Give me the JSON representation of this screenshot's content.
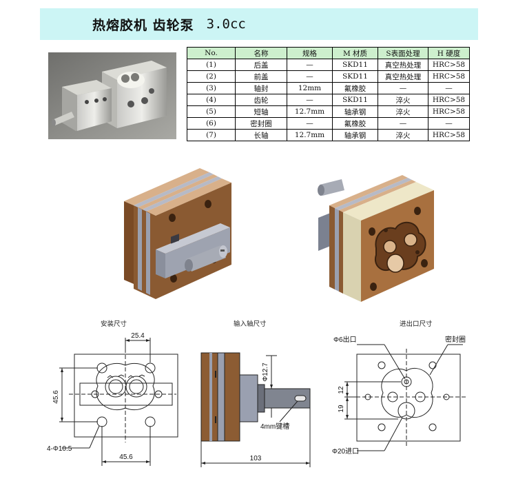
{
  "title": {
    "main": "热熔胶机 齿轮泵",
    "capacity": "3.0cc"
  },
  "table": {
    "headers": [
      "No.",
      "名称",
      "规格",
      "M 材质",
      "S表面处理",
      "H 硬度"
    ],
    "rows": [
      [
        "(1)",
        "后盖",
        "—",
        "SKD11",
        "真空热处理",
        "HRC>58"
      ],
      [
        "(2)",
        "前盖",
        "—",
        "SKD11",
        "真空热处理",
        "HRC>58"
      ],
      [
        "(3)",
        "轴封",
        "12mm",
        "氟橡胶",
        "—",
        "—"
      ],
      [
        "(4)",
        "齿轮",
        "—",
        "SKD11",
        "淬火",
        "HRC>58"
      ],
      [
        "(5)",
        "短轴",
        "12.7mm",
        "轴承钢",
        "淬火",
        "HRC>58"
      ],
      [
        "(6)",
        "密封圈",
        "—",
        "氟橡胶",
        "—",
        "—"
      ],
      [
        "(7)",
        "长轴",
        "12.7mm",
        "轴承钢",
        "淬火",
        "HRC>58"
      ]
    ]
  },
  "drawings": {
    "install": {
      "label": "安装尺寸",
      "dim_top": "25.4",
      "dim_left": "45.6",
      "dim_bottom": "45.6",
      "holes": "4-Φ10.5"
    },
    "shaft": {
      "label": "输入轴尺寸",
      "dim_dia": "Φ12.7",
      "keyway": "4mm键槽",
      "dim_len": "103"
    },
    "ports": {
      "label": "进出口尺寸",
      "outlet": "Φ6出口",
      "seal": "密封圈",
      "dim_a": "12",
      "dim_b": "19",
      "inlet": "Φ20进口"
    }
  }
}
